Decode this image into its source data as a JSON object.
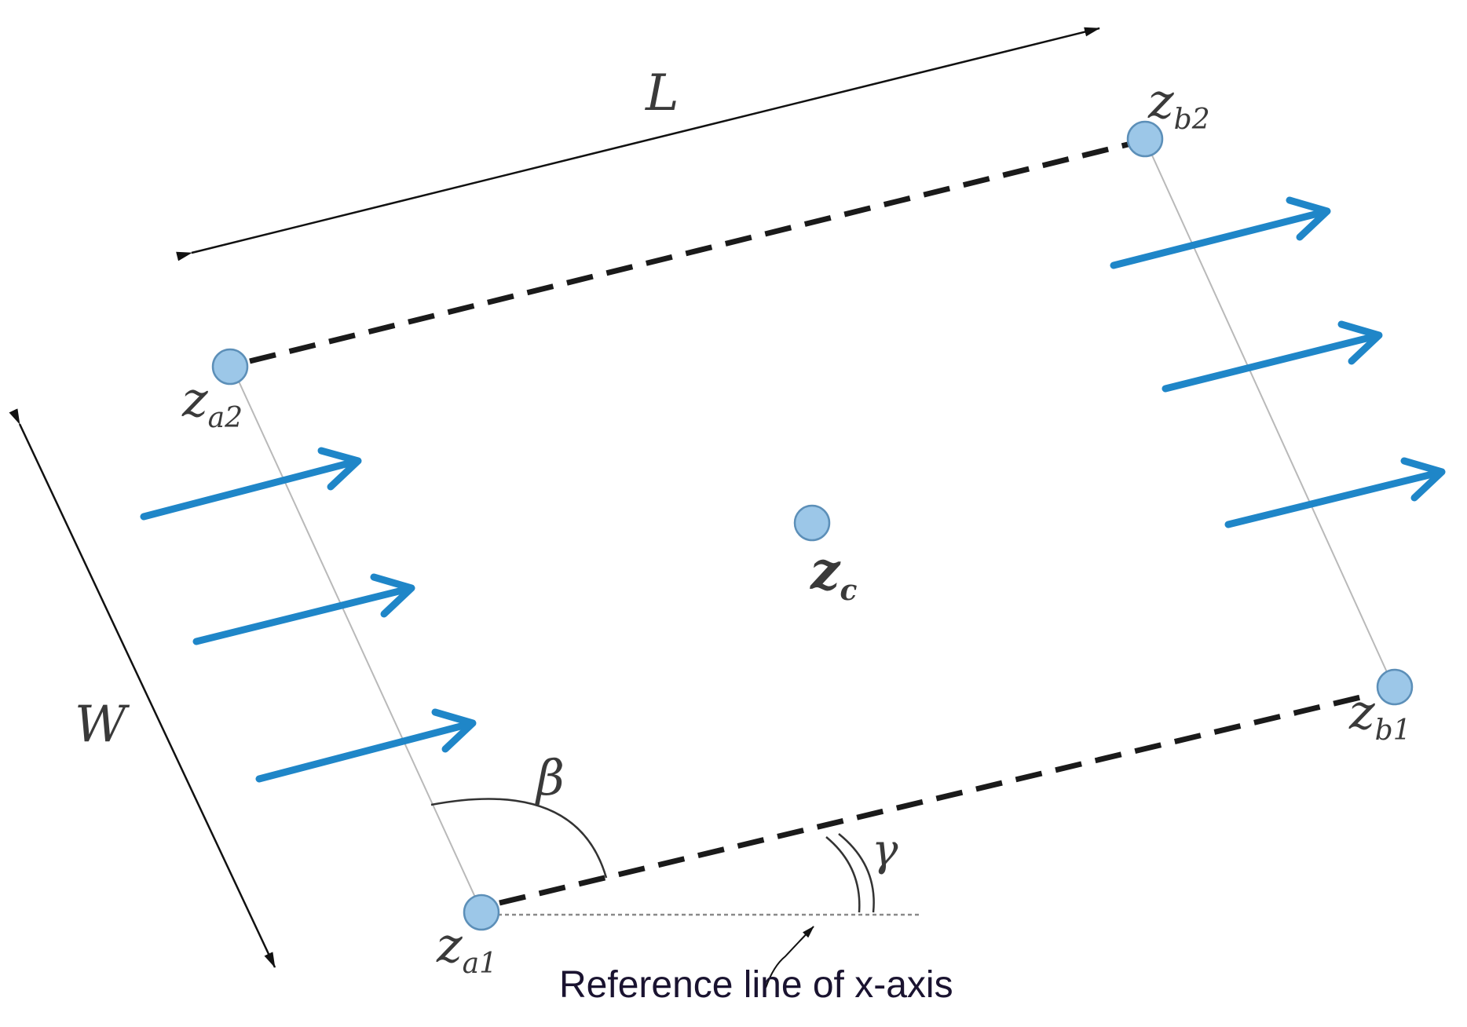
{
  "colors": {
    "flow_arrow": "#1f86c8",
    "node_fill": "#9cc7e8",
    "node_stroke": "#5c8fb8",
    "dashed_edge": "#1a1a1a",
    "text": "#3a3a3a"
  },
  "dimensions": {
    "length_label": "L",
    "width_label": "W"
  },
  "nodes": {
    "za2": {
      "base": "z",
      "sub": "a2"
    },
    "zb2": {
      "base": "z",
      "sub": "b2"
    },
    "zc": {
      "base": "z",
      "sub": "c"
    },
    "za1": {
      "base": "z",
      "sub": "a1"
    },
    "zb1": {
      "base": "z",
      "sub": "b1"
    }
  },
  "angles": {
    "beta": "β",
    "gamma": "γ"
  },
  "reference_line": {
    "caption": "Reference line of x-axis"
  },
  "icons": {
    "flow": "arrow-right-icon"
  }
}
